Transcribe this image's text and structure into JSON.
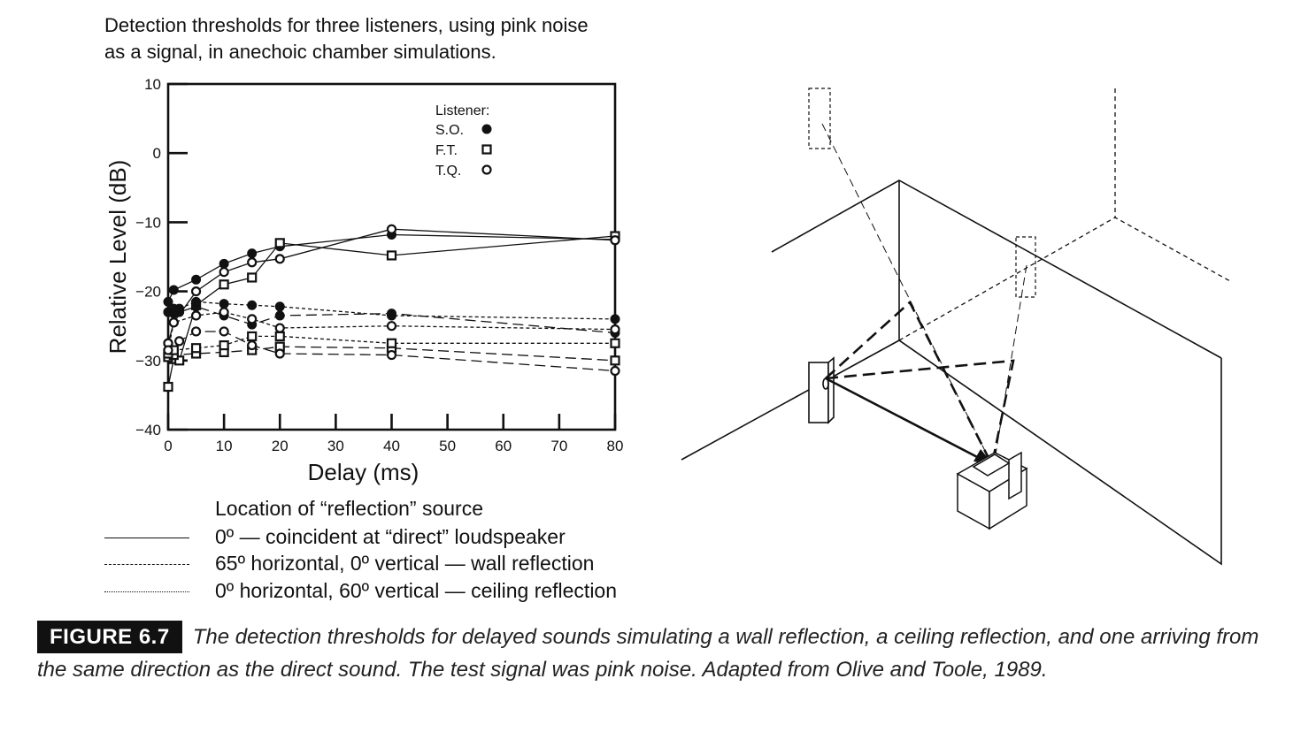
{
  "figure": {
    "title_lines": [
      "Detection thresholds for three listeners, using pink noise",
      "as a signal, in anechoic chamber simulations."
    ],
    "caption_label": "FIGURE 6.7",
    "caption_text": "The detection thresholds for delayed sounds simulating a wall reflection, a ceiling reflection, and one arriving from the same direction as the direct sound. The test signal was pink noise. Adapted from Olive and Toole, 1989."
  },
  "line_legend": {
    "heading": "Location of “reflection” source",
    "items": [
      {
        "style": "solid",
        "label": "0º — coincident at “direct” loudspeaker"
      },
      {
        "style": "long-dash",
        "label": "65º horizontal, 0º vertical — wall reflection"
      },
      {
        "style": "short-dash",
        "label": "0º horizontal, 60º vertical — ceiling reflection"
      }
    ]
  },
  "chart_data": {
    "type": "line",
    "xlabel": "Delay (ms)",
    "ylabel": "Relative Level (dB)",
    "xlim": [
      0,
      80
    ],
    "ylim": [
      -40,
      10
    ],
    "xticks": [
      0,
      10,
      20,
      30,
      40,
      50,
      60,
      70,
      80
    ],
    "yticks": [
      10,
      0,
      -10,
      -20,
      -30,
      -40
    ],
    "ytick_labels": [
      "10",
      "0",
      "−10",
      "−20",
      "−30",
      "−40"
    ],
    "legend": {
      "title": "Listener:",
      "position": "top-right",
      "entries": [
        {
          "name": "S.O.",
          "marker": "filled-circle"
        },
        {
          "name": "F.T.",
          "marker": "open-square"
        },
        {
          "name": "T.Q.",
          "marker": "open-circle"
        }
      ]
    },
    "series": [
      {
        "listener": "S.O.",
        "condition": "solid",
        "marker": "filled-circle",
        "x": [
          0,
          1,
          5,
          10,
          15,
          20,
          40,
          80
        ],
        "y": [
          -21.5,
          -19.8,
          -18.3,
          -16.0,
          -14.5,
          -13.5,
          -11.8,
          -12.5
        ]
      },
      {
        "listener": "F.T.",
        "condition": "solid",
        "marker": "open-square",
        "x": [
          0,
          1,
          2,
          5,
          10,
          15,
          20,
          40,
          80
        ],
        "y": [
          -33.8,
          -29.8,
          -30.0,
          -22.0,
          -19.0,
          -18.0,
          -13.0,
          -14.8,
          -12.0
        ]
      },
      {
        "listener": "T.Q.",
        "condition": "solid",
        "marker": "open-circle",
        "x": [
          0,
          1,
          5,
          10,
          15,
          20,
          40,
          80
        ],
        "y": [
          -27.5,
          -24.5,
          -20.0,
          -17.2,
          -15.8,
          -15.3,
          -11.0,
          -12.6
        ]
      },
      {
        "listener": "S.O.",
        "condition": "long-dash",
        "marker": "filled-circle",
        "x": [
          0,
          1,
          2,
          5,
          10,
          15,
          20,
          40,
          80
        ],
        "y": [
          -23.0,
          -23.2,
          -23.0,
          -22.2,
          -23.5,
          -24.8,
          -23.5,
          -23.2,
          -26.0
        ]
      },
      {
        "listener": "F.T.",
        "condition": "long-dash",
        "marker": "open-square",
        "x": [
          0,
          1,
          5,
          10,
          15,
          20,
          40,
          80
        ],
        "y": [
          -29.5,
          -29.2,
          -29.0,
          -28.8,
          -28.5,
          -28.0,
          -28.2,
          -30.0
        ]
      },
      {
        "listener": "T.Q.",
        "condition": "long-dash",
        "marker": "open-circle",
        "x": [
          0,
          1,
          2,
          5,
          10,
          15,
          20,
          40,
          80
        ],
        "y": [
          -27.5,
          -28.5,
          -27.2,
          -25.8,
          -25.8,
          -27.8,
          -29.0,
          -29.2,
          -31.5
        ]
      },
      {
        "listener": "S.O.",
        "condition": "short-dash",
        "marker": "filled-circle",
        "x": [
          0,
          1,
          2,
          5,
          10,
          15,
          20,
          40,
          80
        ],
        "y": [
          -23.0,
          -22.5,
          -22.5,
          -21.5,
          -21.8,
          -22.0,
          -22.2,
          -23.5,
          -24.0
        ]
      },
      {
        "listener": "F.T.",
        "condition": "short-dash",
        "marker": "open-square",
        "x": [
          0,
          1,
          5,
          10,
          15,
          20,
          40,
          80
        ],
        "y": [
          -29.0,
          -28.5,
          -28.2,
          -27.8,
          -26.5,
          -26.5,
          -27.5,
          -27.5
        ]
      },
      {
        "listener": "T.Q.",
        "condition": "short-dash",
        "marker": "open-circle",
        "x": [
          0,
          1,
          5,
          10,
          15,
          20,
          40,
          80
        ],
        "y": [
          -28.5,
          -24.5,
          -23.5,
          -23.0,
          -24.0,
          -25.3,
          -25.0,
          -25.5
        ]
      }
    ]
  }
}
